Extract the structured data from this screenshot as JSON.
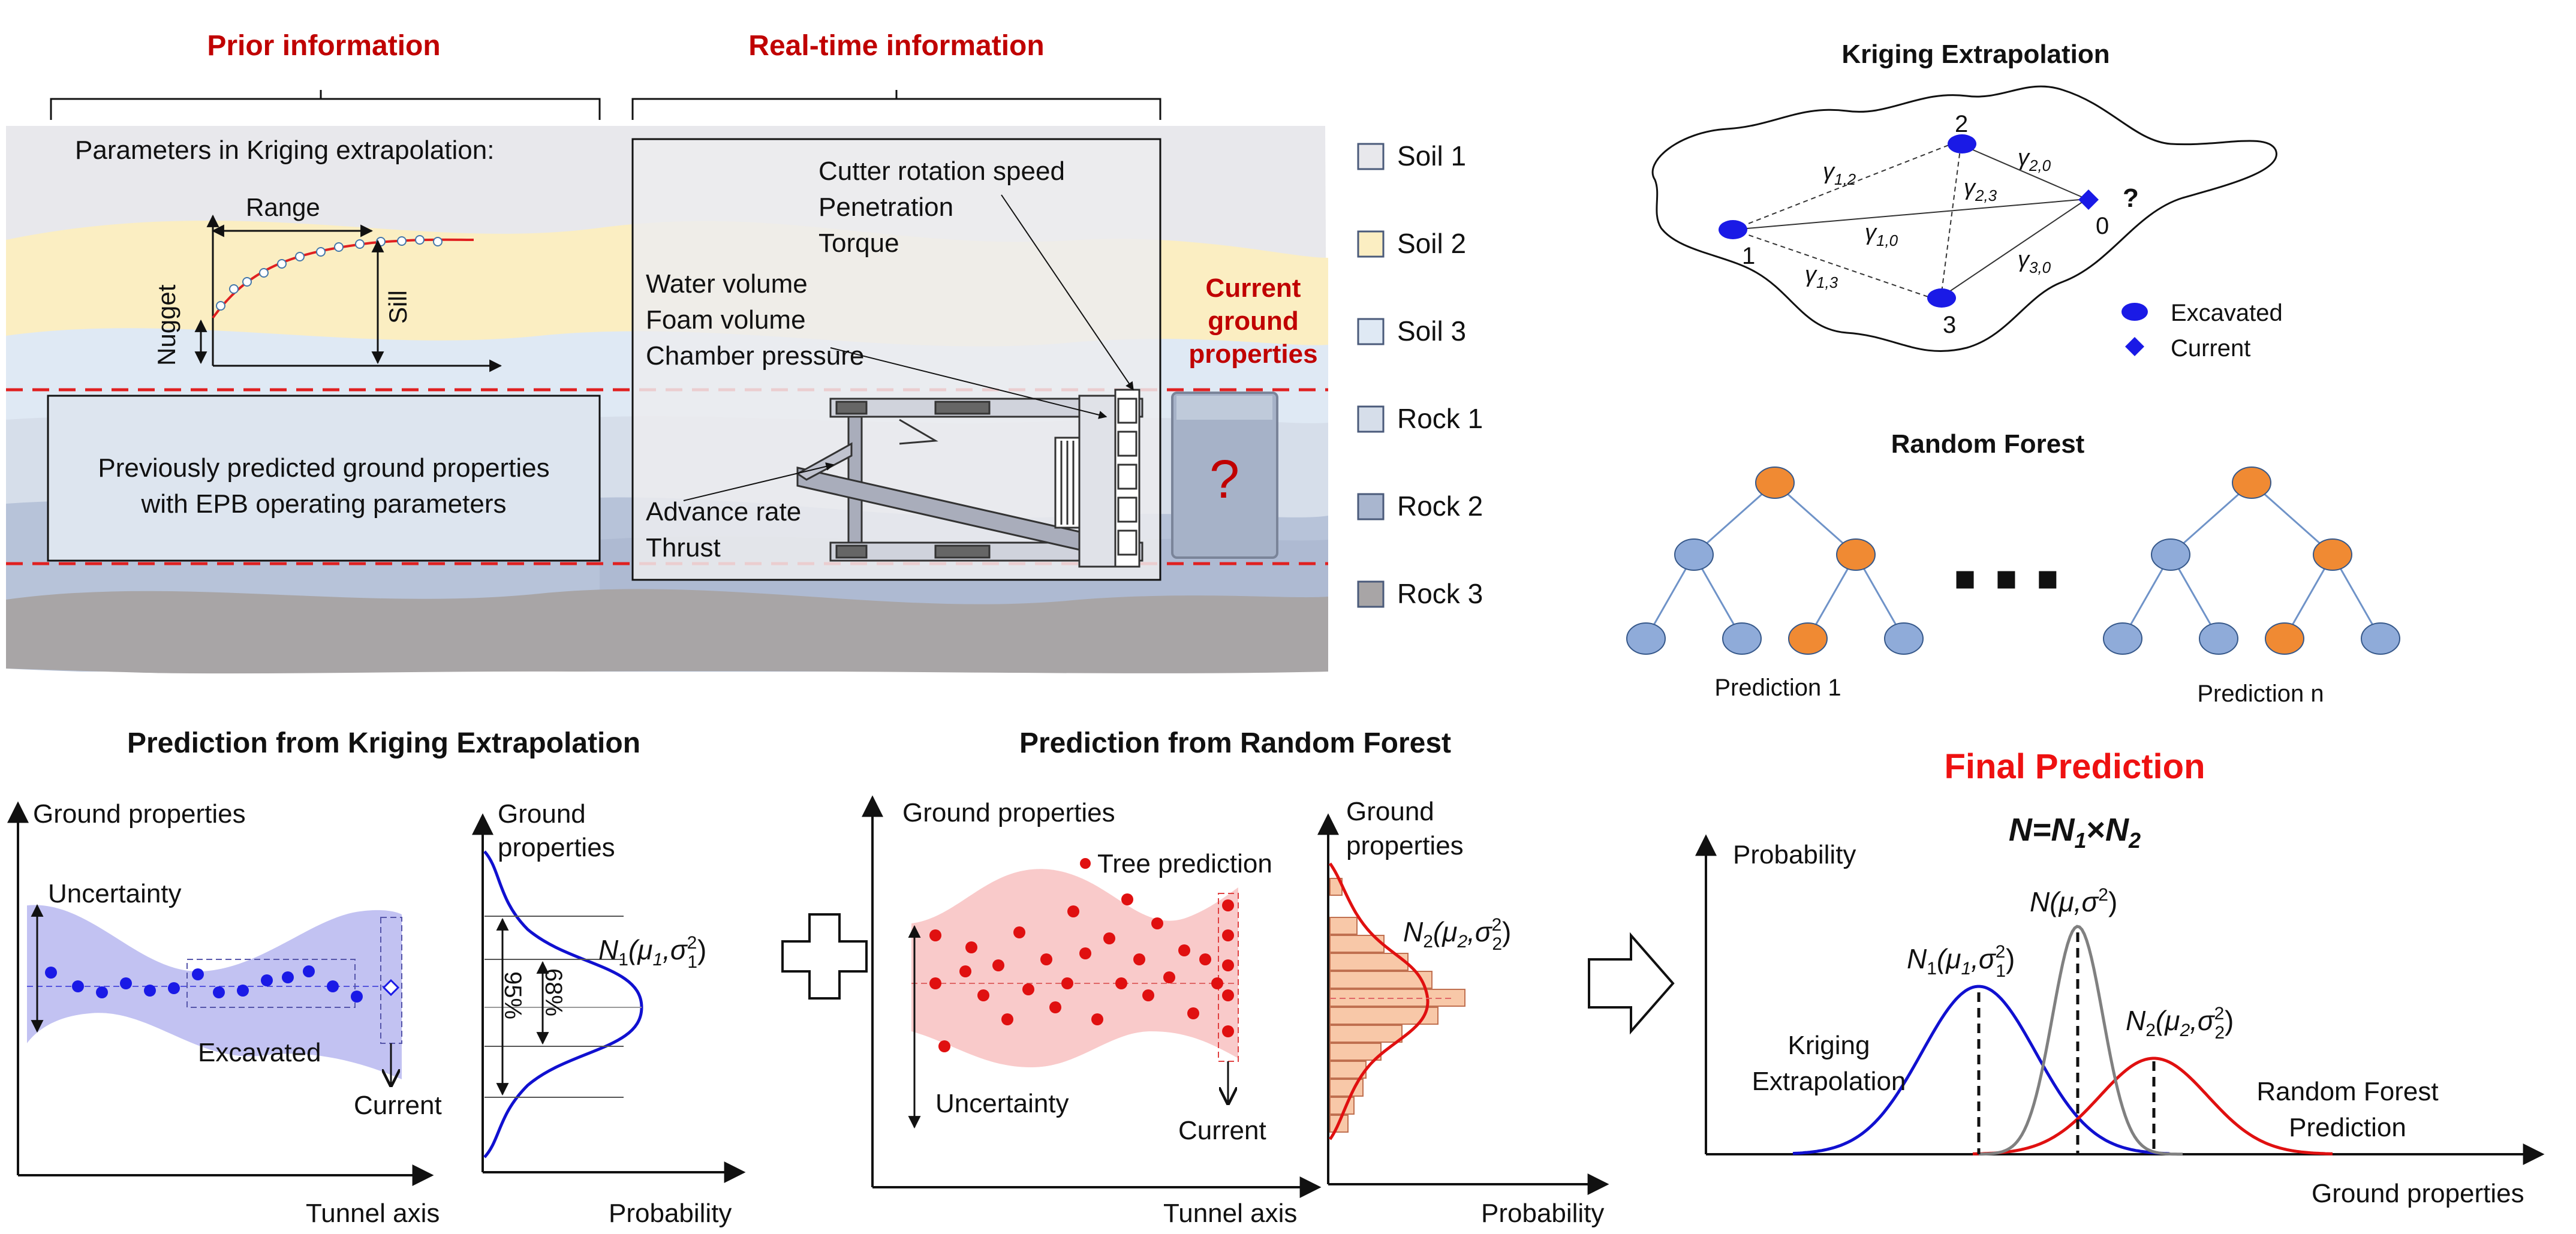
{
  "labels": {
    "prior_info": "Prior information",
    "realtime_info": "Real-time information",
    "kriging_params": "Parameters in Kriging extrapolation:",
    "range": "Range",
    "nugget": "Nugget",
    "sill": "Sill",
    "prev_pred_line1": "Previously predicted ground properties",
    "prev_pred_line2": "with EPB operating parameters",
    "cutter": "Cutter rotation speed",
    "penetration": "Penetration",
    "torque": "Torque",
    "water": "Water volume",
    "foam": "Foam volume",
    "chamber": "Chamber pressure",
    "advance": "Advance rate",
    "thrust": "Thrust",
    "current_gp1": "Current",
    "current_gp2": "ground",
    "current_gp3": "properties",
    "question": "?"
  },
  "legend": [
    {
      "label": "Soil 1",
      "color": "#e8e8ec"
    },
    {
      "label": "Soil 2",
      "color": "#fbeec2"
    },
    {
      "label": "Soil 3",
      "color": "#dfe9f4"
    },
    {
      "label": "Rock 1",
      "color": "#d6deea"
    },
    {
      "label": "Rock 2",
      "color": "#a9b6cf"
    },
    {
      "label": "Rock 3",
      "color": "#a8a5a6"
    }
  ],
  "kriging_diagram": {
    "title": "Kriging Extrapolation",
    "nodes": [
      {
        "label": "1"
      },
      {
        "label": "2"
      },
      {
        "label": "3"
      },
      {
        "label": "0"
      }
    ],
    "question": "?",
    "gammas": [
      {
        "main": "γ",
        "sub": "1,2"
      },
      {
        "main": "γ",
        "sub": "2,0"
      },
      {
        "main": "γ",
        "sub": "2,3"
      },
      {
        "main": "γ",
        "sub": "1,0"
      },
      {
        "main": "γ",
        "sub": "1,3"
      },
      {
        "main": "γ",
        "sub": "3,0"
      }
    ],
    "legend_excavated": "Excavated",
    "legend_current": "Current",
    "color_node": "#1a1ae6"
  },
  "random_forest": {
    "title": "Random Forest",
    "pred1": "Prediction 1",
    "predn": "Prediction n",
    "dots": "■ ■ ■",
    "color_orange": "#f08a33",
    "color_blue": "#8fabd9"
  },
  "kriging_pred": {
    "title": "Prediction from Kriging Extrapolation",
    "ylabel": "Ground properties",
    "xlabel": "Tunnel axis",
    "uncertainty": "Uncertainty",
    "excavated": "Excavated",
    "current": "Current",
    "dist_ylabel1": "Ground",
    "dist_ylabel2": "properties",
    "dist_xlabel": "Probability",
    "p95": "95%",
    "p68": "68%",
    "n_main": "N",
    "n_sub": "1",
    "n_args": "(μ",
    "n_args_sub": "1",
    "n_sigma": ",σ",
    "n_sigma_sup": "2",
    "n_sigma_sub": "1",
    "n_close": ")"
  },
  "rf_pred": {
    "title": "Prediction from Random Forest",
    "ylabel": "Ground properties",
    "xlabel": "Tunnel axis",
    "tree_pred": "Tree prediction",
    "uncertainty": "Uncertainty",
    "current": "Current",
    "dist_ylabel1": "Ground",
    "dist_ylabel2": "properties",
    "dist_xlabel": "Probability",
    "n_main": "N",
    "n_sub": "2",
    "n_args": "(μ",
    "n_args_sub": "2",
    "n_sigma": ",σ",
    "n_sigma_sup": "2",
    "n_sigma_sub": "2",
    "n_close": ")"
  },
  "final": {
    "title": "Final Prediction",
    "formula_n": "N",
    "formula_eq": "=",
    "formula_n1": "N",
    "formula_1": "1",
    "formula_x": "×",
    "formula_n2": "N",
    "formula_2": "2",
    "ylabel": "Probability",
    "xlabel": "Ground properties",
    "kriging1": "Kriging",
    "kriging2": "Extrapolation",
    "rf1": "Random Forest",
    "rf2": "Prediction",
    "n_label": "N(μ,σ",
    "n_label_sup": "2",
    "n_label_close": ")",
    "n1_main": "N",
    "n1_sub": "1",
    "n1_rest": "(μ",
    "n1_sub2": "1",
    "n1_sig": ",σ",
    "n1_sup": "2",
    "n1_sub3": "1",
    "n1_close": ")",
    "n2_main": "N",
    "n2_sub": "2",
    "n2_rest": "(μ",
    "n2_sub2": "2",
    "n2_sig": ",σ",
    "n2_sup": "2",
    "n2_sub3": "2",
    "n2_close": ")",
    "color_kriging": "#1010d0",
    "color_combined": "#808080",
    "color_rf": "#e01010"
  }
}
